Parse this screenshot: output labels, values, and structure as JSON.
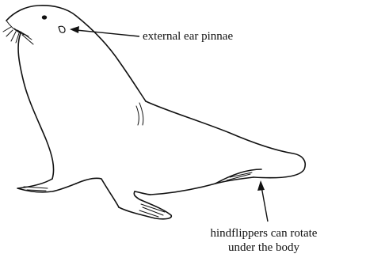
{
  "labels": {
    "ear": "external ear pinnae",
    "flipper_line1": "hindflippers can rotate",
    "flipper_line2": "under the body"
  },
  "colors": {
    "ink": "#111111",
    "background": "#ffffff"
  }
}
